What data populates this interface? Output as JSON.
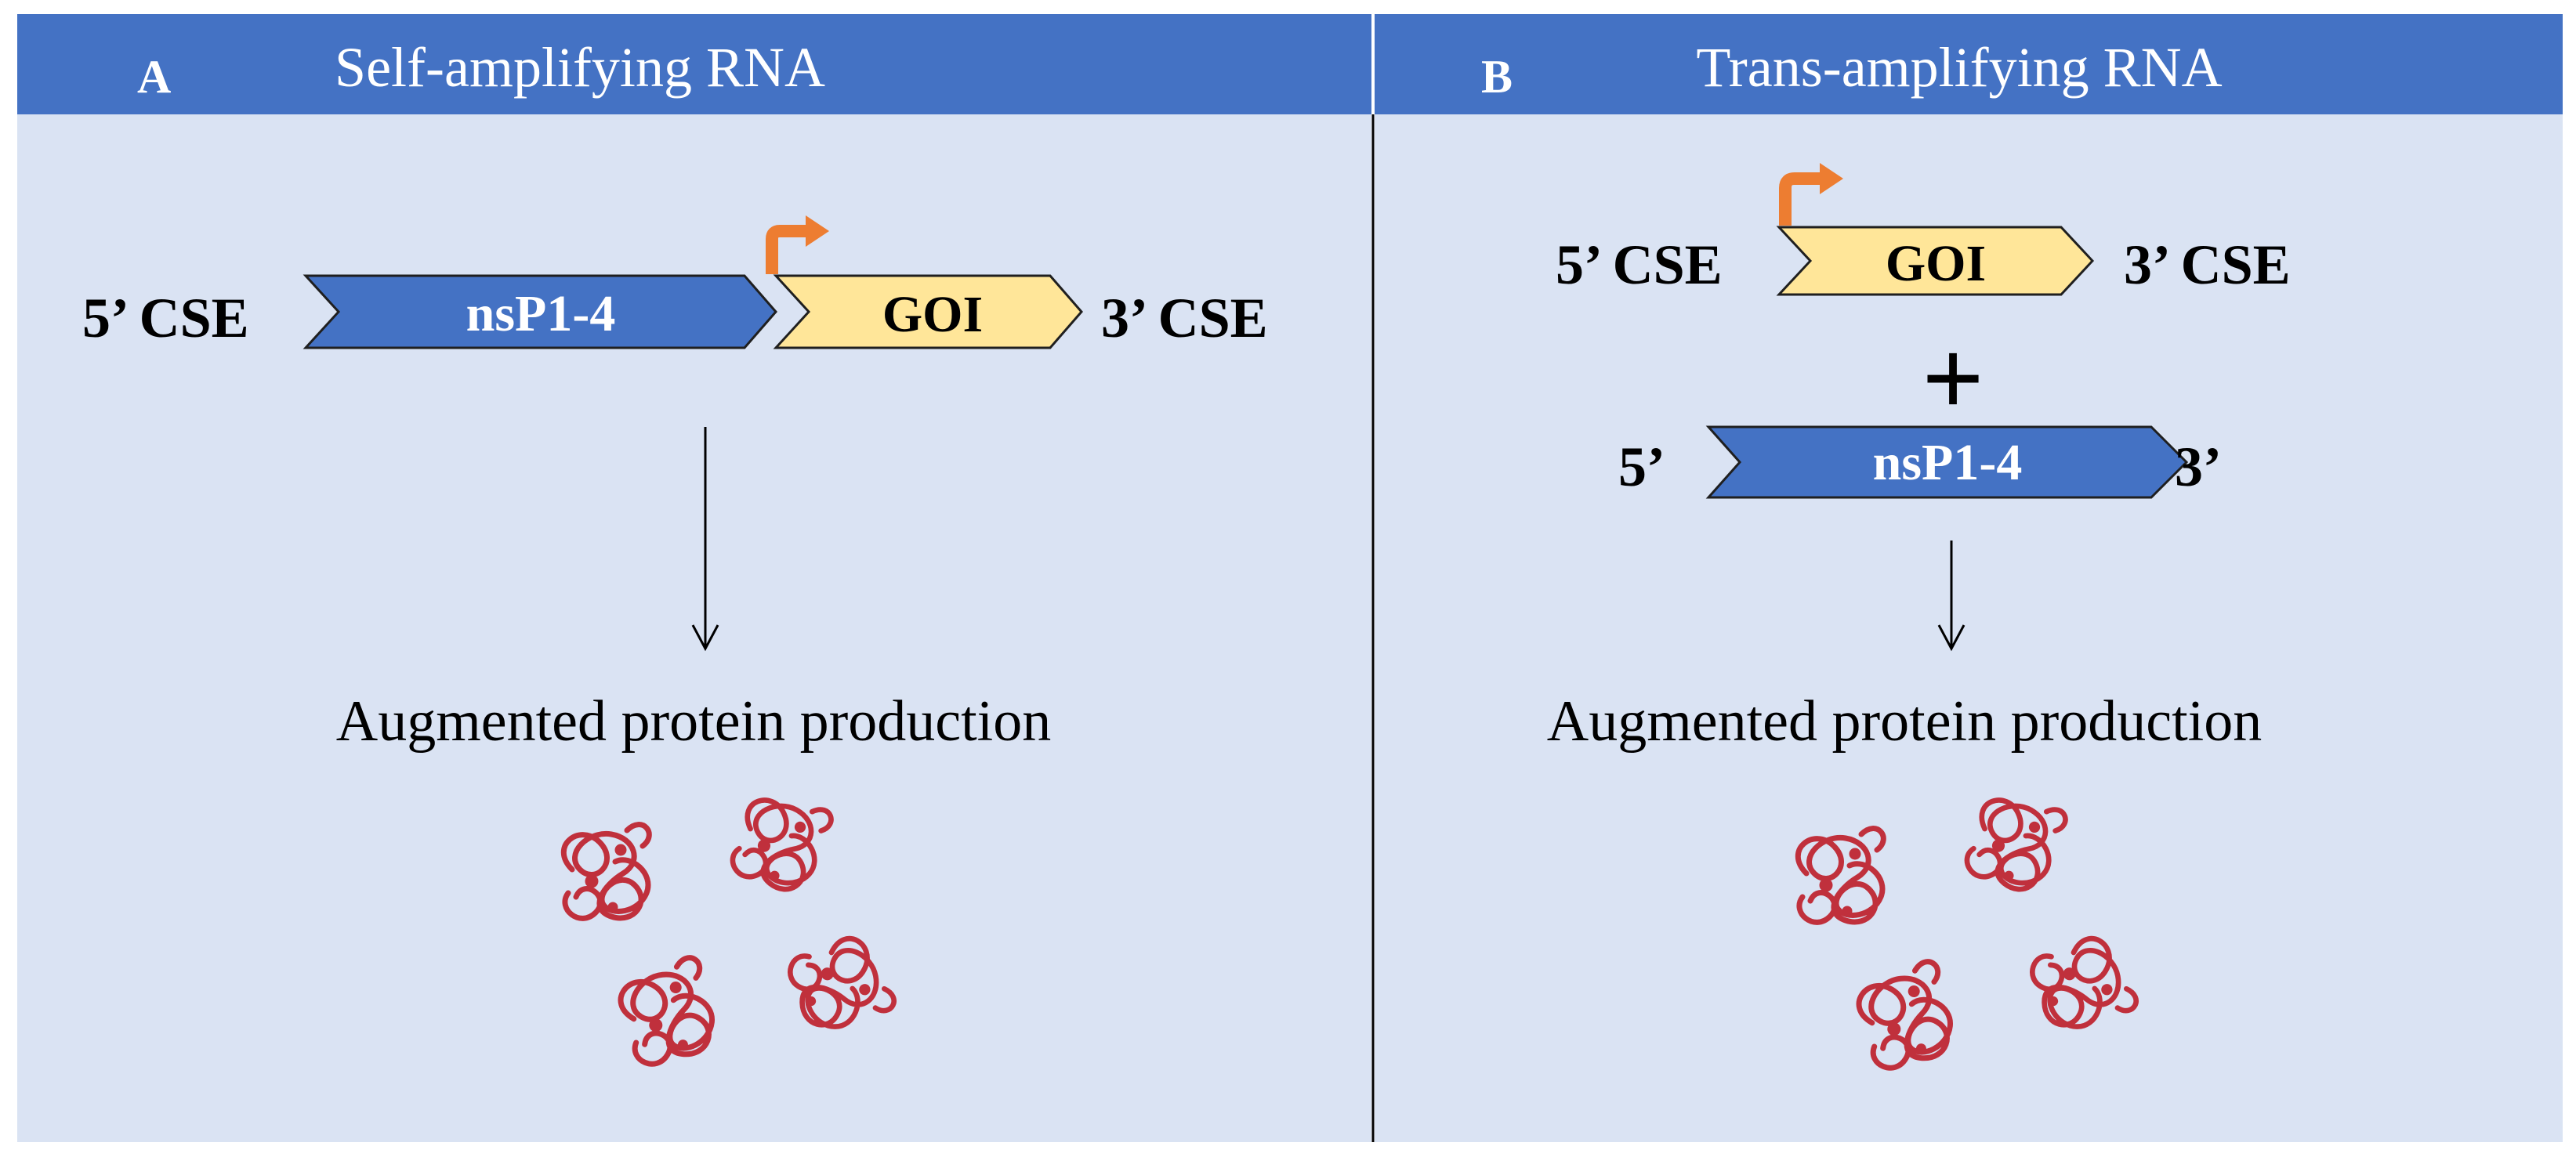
{
  "panels": [
    {
      "letter": "A",
      "title": "Self-amplifying RNA",
      "construct": {
        "left_label": "5’ CSE",
        "nsp_label": "nsP1-4",
        "goi_label": "GOI",
        "right_label": "3’ CSE"
      },
      "result": "Augmented protein production"
    },
    {
      "letter": "B",
      "title": "Trans-amplifying RNA",
      "construct_goi": {
        "left_label": "5’ CSE",
        "goi_label": "GOI",
        "right_label": "3’ CSE"
      },
      "plus": "+",
      "construct_nsp": {
        "left_label": "5’",
        "nsp_label": "nsP1-4",
        "right_label": "3’"
      },
      "result": "Augmented protein production"
    }
  ],
  "colors": {
    "header": "#4472c4",
    "panel_bg": "#dae3f3",
    "nsp_fill": "#4472c4",
    "goi_fill": "#ffe699",
    "promoter_arrow": "#ed7d31",
    "protein": "#c0303c",
    "outline": "#1f1f1f"
  }
}
